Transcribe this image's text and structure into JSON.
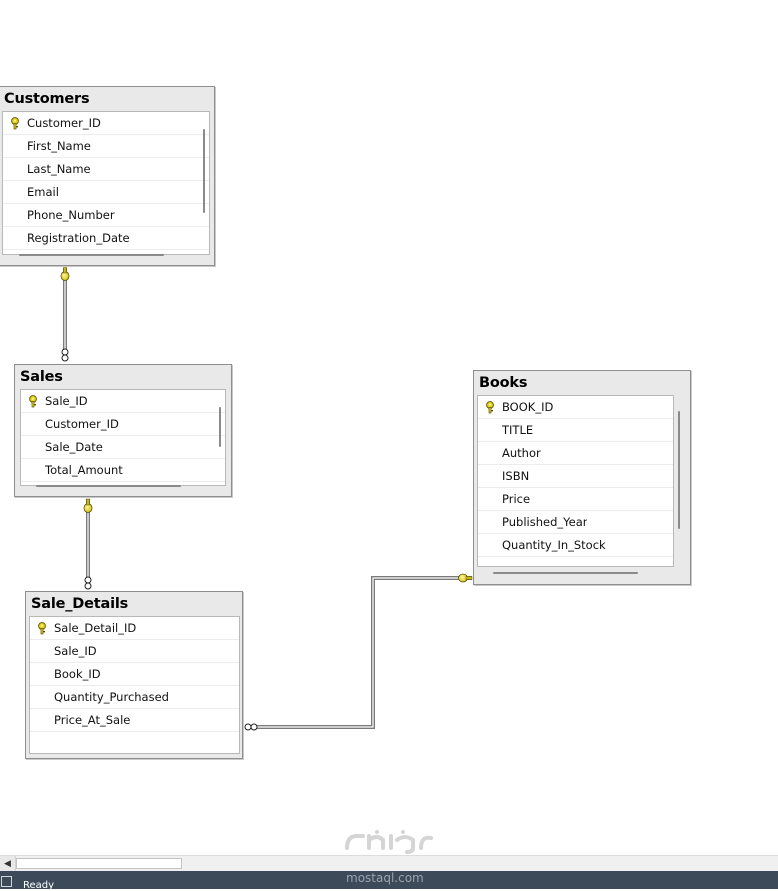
{
  "tables": {
    "customers": {
      "title": "Customers",
      "columns": [
        {
          "name": "Customer_ID",
          "primary_key": true
        },
        {
          "name": "First_Name",
          "primary_key": false
        },
        {
          "name": "Last_Name",
          "primary_key": false
        },
        {
          "name": "Email",
          "primary_key": false
        },
        {
          "name": "Phone_Number",
          "primary_key": false
        },
        {
          "name": "Registration_Date",
          "primary_key": false
        }
      ]
    },
    "sales": {
      "title": "Sales",
      "columns": [
        {
          "name": "Sale_ID",
          "primary_key": true
        },
        {
          "name": "Customer_ID",
          "primary_key": false
        },
        {
          "name": "Sale_Date",
          "primary_key": false
        },
        {
          "name": "Total_Amount",
          "primary_key": false
        }
      ]
    },
    "sale_details": {
      "title": "Sale_Details",
      "columns": [
        {
          "name": "Sale_Detail_ID",
          "primary_key": true
        },
        {
          "name": "Sale_ID",
          "primary_key": false
        },
        {
          "name": "Book_ID",
          "primary_key": false
        },
        {
          "name": "Quantity_Purchased",
          "primary_key": false
        },
        {
          "name": "Price_At_Sale",
          "primary_key": false
        }
      ]
    },
    "books": {
      "title": "Books",
      "columns": [
        {
          "name": "BOOK_ID",
          "primary_key": true
        },
        {
          "name": "TITLE",
          "primary_key": false
        },
        {
          "name": "Author",
          "primary_key": false
        },
        {
          "name": "ISBN",
          "primary_key": false
        },
        {
          "name": "Price",
          "primary_key": false
        },
        {
          "name": "Published_Year",
          "primary_key": false
        },
        {
          "name": "Quantity_In_Stock",
          "primary_key": false
        }
      ]
    }
  },
  "relationships": [
    {
      "from": "customers",
      "to": "sales",
      "one_end": "customers",
      "many_end": "sales"
    },
    {
      "from": "sales",
      "to": "sale_details",
      "one_end": "sales",
      "many_end": "sale_details"
    },
    {
      "from": "books",
      "to": "sale_details",
      "one_end": "books",
      "many_end": "sale_details"
    }
  ],
  "watermark": {
    "text": "mostaql.com"
  },
  "status_bar": {
    "text": "Ready"
  },
  "colors": {
    "key_icon": "#e8d21c",
    "status_bar": "#3d4a5a",
    "connector": "#6e6e6e"
  }
}
